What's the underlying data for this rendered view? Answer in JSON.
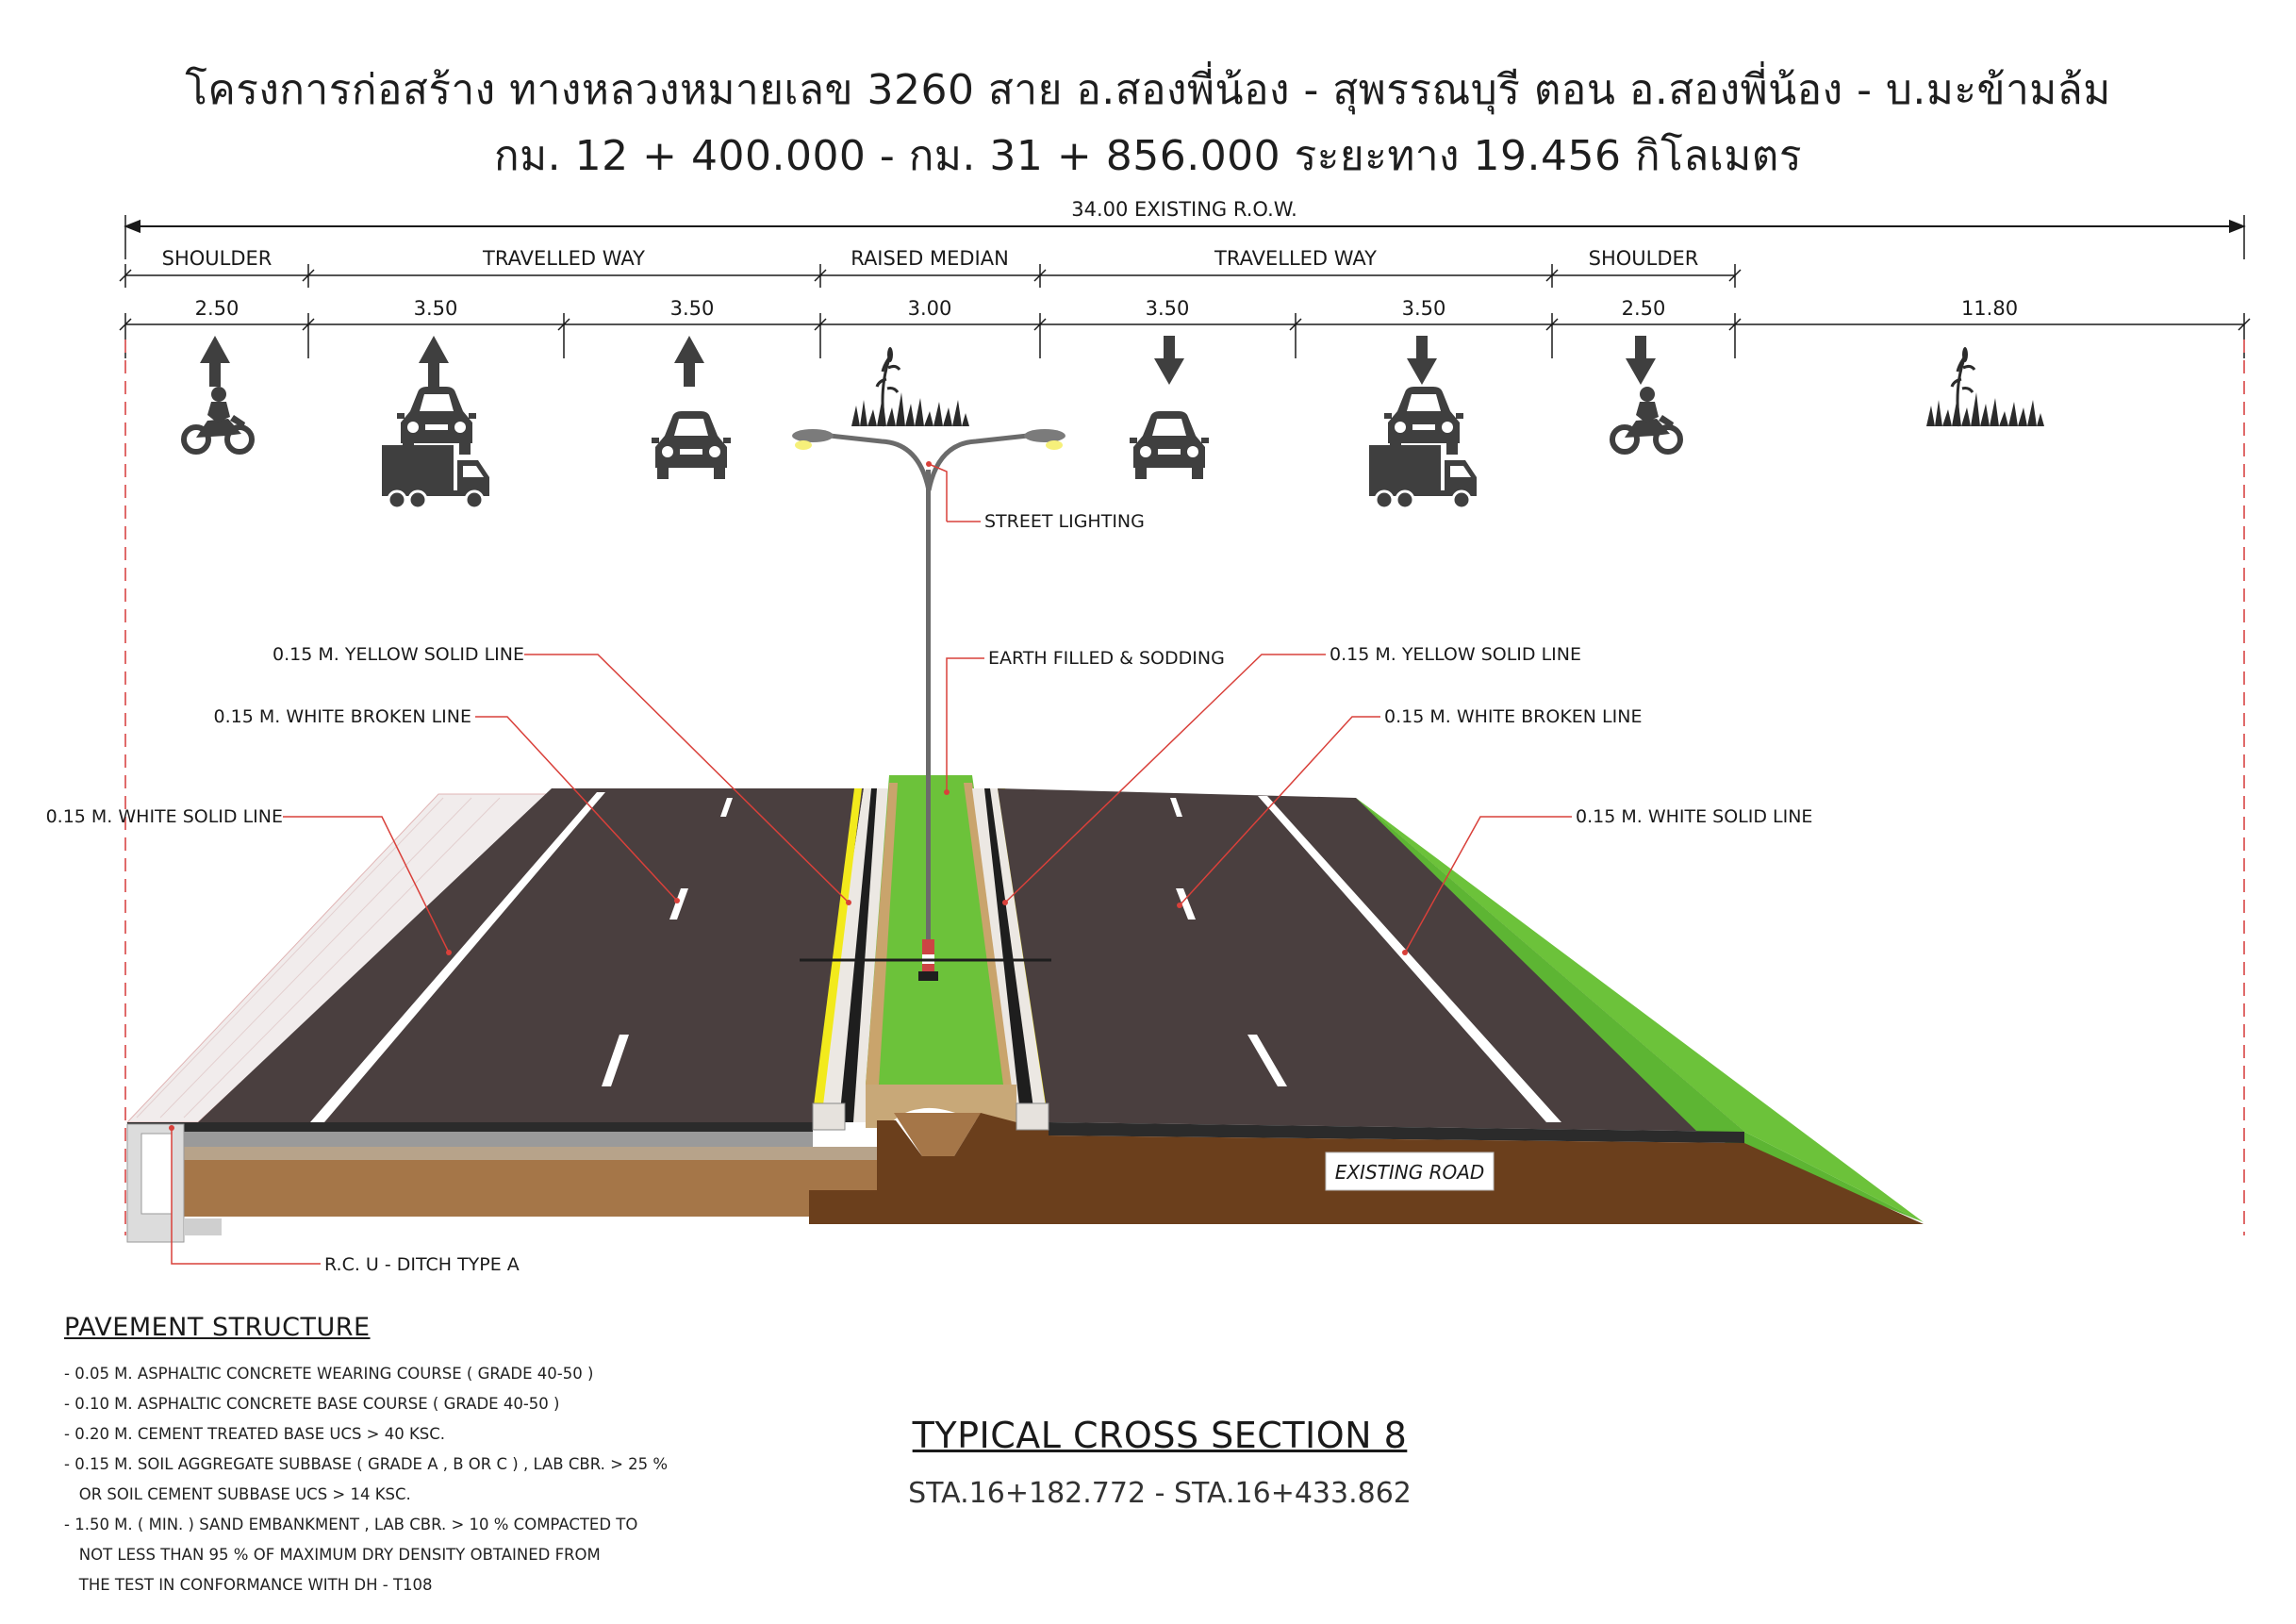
{
  "header": {
    "title_line1": "โครงการก่อสร้าง ทางหลวงหมายเลข 3260  สาย อ.สองพี่น้อง - สุพรรณบุรี ตอน อ.สองพี่น้อง - บ.มะข้ามล้ม",
    "title_line2": "กม. 12 + 400.000 - กม. 31 + 856.000 ระยะทาง 19.456 กิโลเมตร"
  },
  "dimensions": {
    "row_label": "34.00 EXISTING R.O.W.",
    "zones": [
      "SHOULDER",
      "TRAVELLED WAY",
      "RAISED MEDIAN",
      "TRAVELLED WAY",
      "SHOULDER"
    ],
    "widths": [
      "2.50",
      "3.50",
      "3.50",
      "3.00",
      "3.50",
      "3.50",
      "2.50",
      "11.80"
    ]
  },
  "vehicles": {
    "lane_directions": [
      "up",
      "up",
      "up",
      "median",
      "down",
      "down",
      "down",
      "verge"
    ],
    "icon_names": [
      "arrow-up-icon",
      "motorcycle-icon",
      "car-icon",
      "truck-icon",
      "grass-icon",
      "arrow-down-icon"
    ]
  },
  "callouts": {
    "street_lighting": "STREET LIGHTING",
    "yellow_left": "0.15 M. YELLOW SOLID LINE",
    "white_broken_left": "0.15 M. WHITE BROKEN LINE",
    "white_solid_left": "0.15 M. WHITE SOLID LINE",
    "earth_filled": "EARTH FILLED & SODDING",
    "yellow_right": "0.15 M. YELLOW SOLID LINE",
    "white_broken_right": "0.15 M. WHITE BROKEN LINE",
    "white_solid_right": "0.15 M. WHITE SOLID LINE",
    "existing_road": "EXISTING ROAD",
    "u_ditch": "R.C. U - DITCH TYPE A"
  },
  "pavement": {
    "heading": "PAVEMENT STRUCTURE",
    "items": [
      "- 0.05 M. ASPHALTIC CONCRETE WEARING COURSE ( GRADE 40-50 )",
      "- 0.10 M. ASPHALTIC CONCRETE BASE COURSE ( GRADE 40-50 )",
      "- 0.20 M. CEMENT TREATED BASE UCS > 40 KSC.",
      "- 0.15 M. SOIL AGGREGATE SUBBASE ( GRADE A , B OR C ) , LAB CBR. > 25 %",
      "   OR SOIL CEMENT SUBBASE UCS > 14 KSC.",
      "- 1.50 M. ( MIN. ) SAND EMBANKMENT , LAB CBR. > 10 % COMPACTED TO",
      "   NOT LESS THAN 95 % OF MAXIMUM DRY DENSITY OBTAINED FROM",
      "   THE TEST IN CONFORMANCE WITH DH - T108"
    ]
  },
  "section": {
    "title": "TYPICAL CROSS SECTION 8",
    "station": "STA.16+182.772 - STA.16+433.862"
  },
  "colors": {
    "asphalt": "#4a3f3f",
    "grass": "#6cc23a",
    "soil": "#6b3f1c",
    "soil_light": "#a57648",
    "yellow_line": "#f2ea1c",
    "callout_red": "#d9403a",
    "icon_gray": "#3f3f3f"
  }
}
